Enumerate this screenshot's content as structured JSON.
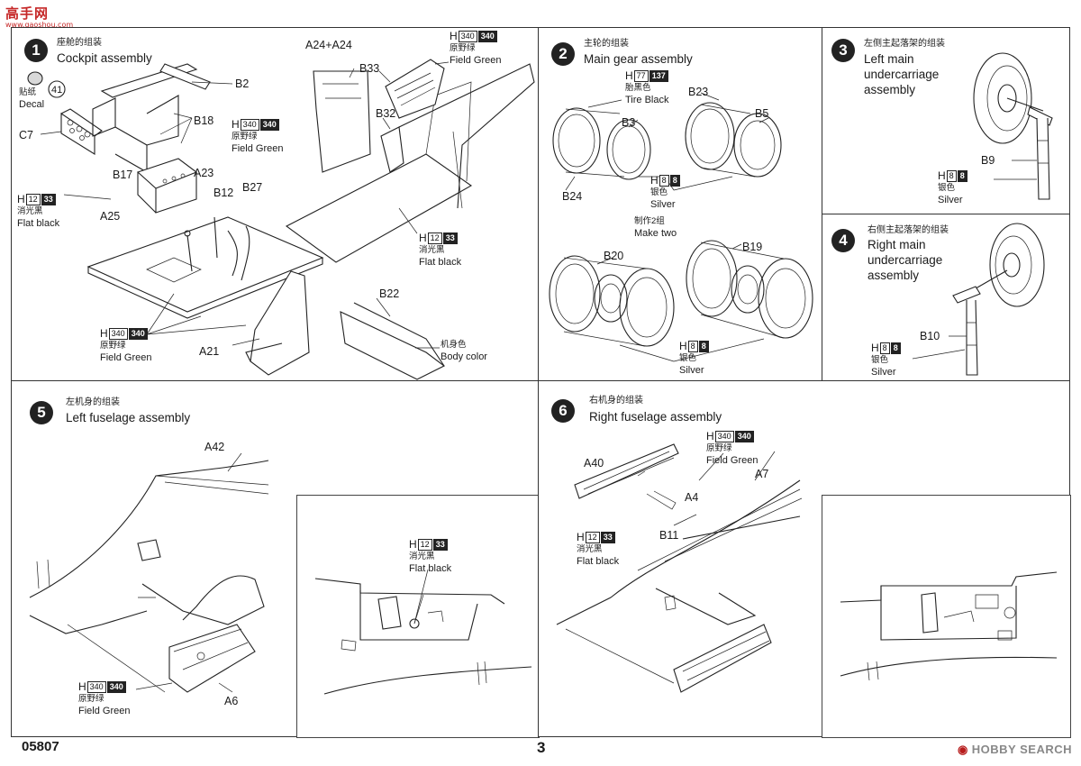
{
  "watermark_top": {
    "brand": "高手网",
    "url": "www.gaoshou.com"
  },
  "footer": {
    "code": "05807",
    "page": "3",
    "site": "HOBBY SEARCH"
  },
  "steps": [
    {
      "num": "1",
      "title_zh": "座舱的组装",
      "title_en": "Cockpit assembly"
    },
    {
      "num": "2",
      "title_zh": "主轮的组装",
      "title_en": "Main gear assembly"
    },
    {
      "num": "3",
      "title_zh": "左侧主起落架的组装",
      "title_en_1": "Left main",
      "title_en_2": "undercarriage",
      "title_en_3": "assembly"
    },
    {
      "num": "4",
      "title_zh": "右侧主起落架的组装",
      "title_en_1": "Right main",
      "title_en_2": "undercarriage",
      "title_en_3": "assembly"
    },
    {
      "num": "5",
      "title_zh": "左机身的组装",
      "title_en": "Left fuselage assembly"
    },
    {
      "num": "6",
      "title_zh": "右机身的组装",
      "title_en": "Right fuselage assembly"
    }
  ],
  "decal": {
    "zh": "贴纸",
    "en": "Decal",
    "num": "41"
  },
  "paints": {
    "field_green": {
      "h": "H",
      "code_w": "340",
      "code_b": "340",
      "zh": "原野绿",
      "en": "Field Green"
    },
    "flat_black": {
      "h": "H",
      "code_w": "12",
      "code_b": "33",
      "zh": "消光黑",
      "en": "Flat black"
    },
    "silver": {
      "h": "H",
      "code_w": "8",
      "code_b": "8",
      "zh": "银色",
      "en": "Silver"
    },
    "tire_black": {
      "h": "H",
      "code_w": "77",
      "code_b": "137",
      "zh": "胎黑色",
      "en": "Tire Black"
    },
    "body_color": {
      "zh": "机身色",
      "en": "Body color"
    }
  },
  "make_two": {
    "zh": "制作2组",
    "en": "Make two"
  },
  "parts": {
    "s1": [
      "B2",
      "B18",
      "C7",
      "B17",
      "A23",
      "B12",
      "B27",
      "A25",
      "A21",
      "B22",
      "A24+A24",
      "B33",
      "B32"
    ],
    "s2": [
      "B23",
      "B3",
      "B5",
      "B24",
      "B20",
      "B19"
    ],
    "s3": [
      "B9"
    ],
    "s4": [
      "B10"
    ],
    "s5": [
      "A42",
      "A6"
    ],
    "s6": [
      "A40",
      "A4",
      "A7",
      "B11"
    ]
  }
}
